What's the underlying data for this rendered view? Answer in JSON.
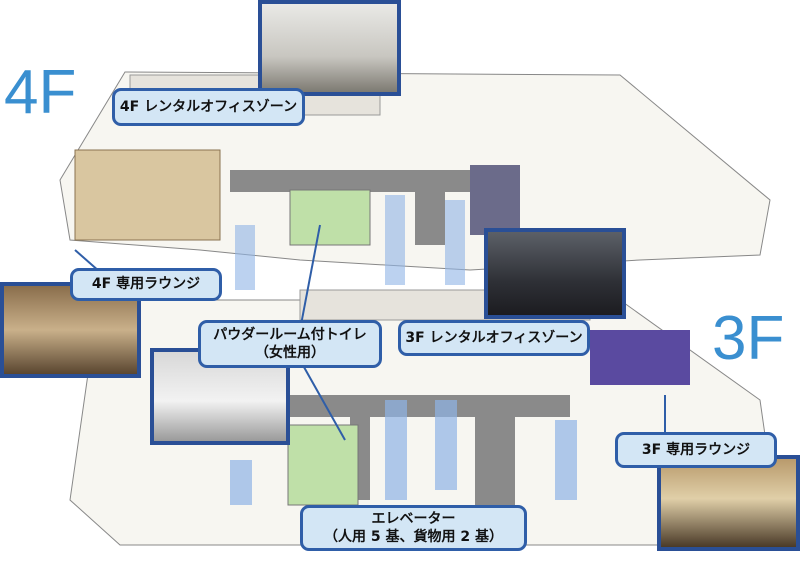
{
  "floors": {
    "upper": "4F",
    "lower": "3F"
  },
  "labels": {
    "rental_4f": "4F レンタルオフィスゾーン",
    "lounge_4f": "4F 専用ラウンジ",
    "toilet_line1": "パウダールーム付トイレ",
    "toilet_line2": "（女性用）",
    "rental_3f": "3F レンタルオフィスゾーン",
    "lounge_3f": "3F 専用ラウンジ",
    "elevator_line1": "エレベーター",
    "elevator_line2": "（人用 5 基、貨物用 2 基）"
  },
  "colors": {
    "floor_text": "#3a8fd0",
    "label_fill": "#d3e6f5",
    "label_border": "#2f5ea8",
    "toilet": "#bfe0a8",
    "elevator": "#8fb4e6",
    "corridor": "#8a8a8a"
  }
}
